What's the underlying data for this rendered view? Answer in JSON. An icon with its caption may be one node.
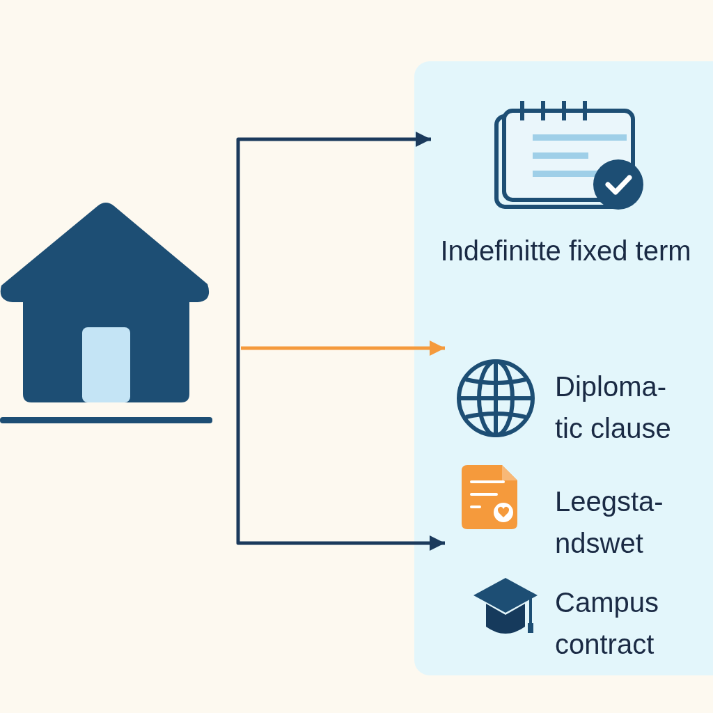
{
  "diagram": {
    "nodes": [
      {
        "text": [],
        "shape": "box"
      },
      {
        "text": [
          "Indefinitte fixed term"
        ],
        "in": 0
      },
      {
        "text": [
          "Diploma- tic clause"
        ],
        "in": 0
      },
      {
        "text": [
          "Leegsta- ndswet"
        ],
        "in": 0
      },
      {
        "text": [
          "Campus contract"
        ],
        "in": 0
      }
    ],
    "edges": [
      {
        "from": null,
        "to": 1,
        "arrow": "to"
      },
      {
        "from": null,
        "to": 2,
        "arrow": "to",
        "color": "#f59a3c"
      },
      {
        "from": null,
        "to": 3,
        "arrow": "to"
      }
    ]
  }
}
